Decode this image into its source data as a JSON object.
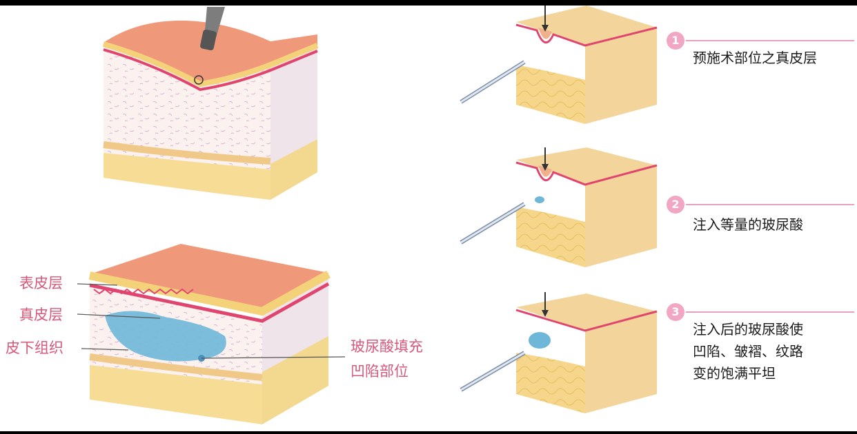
{
  "layer_labels": {
    "epidermis": "表皮层",
    "dermis": "真皮层",
    "subcutaneous": "皮下组织"
  },
  "fill_label": {
    "line1": "玻尿酸填充",
    "line2": "凹陷部位"
  },
  "steps": [
    {
      "number": "1",
      "lines": [
        "预施术部位之真皮层"
      ]
    },
    {
      "number": "2",
      "lines": [
        "注入等量的玻尿酸"
      ]
    },
    {
      "number": "3",
      "lines": [
        "注入后的玻尿酸使",
        "凹陷、皱褶、纹路",
        "变的饱满平坦"
      ]
    }
  ],
  "colors": {
    "epidermis": "#f0987a",
    "yellow_layer": "#f3d27a",
    "pink_line": "#e0456f",
    "dermis": "#fbf1ef",
    "fat": "#f7dc95",
    "filler": "#6fb7d9",
    "label": "#d7587a",
    "badge": "#f1a7c4"
  }
}
